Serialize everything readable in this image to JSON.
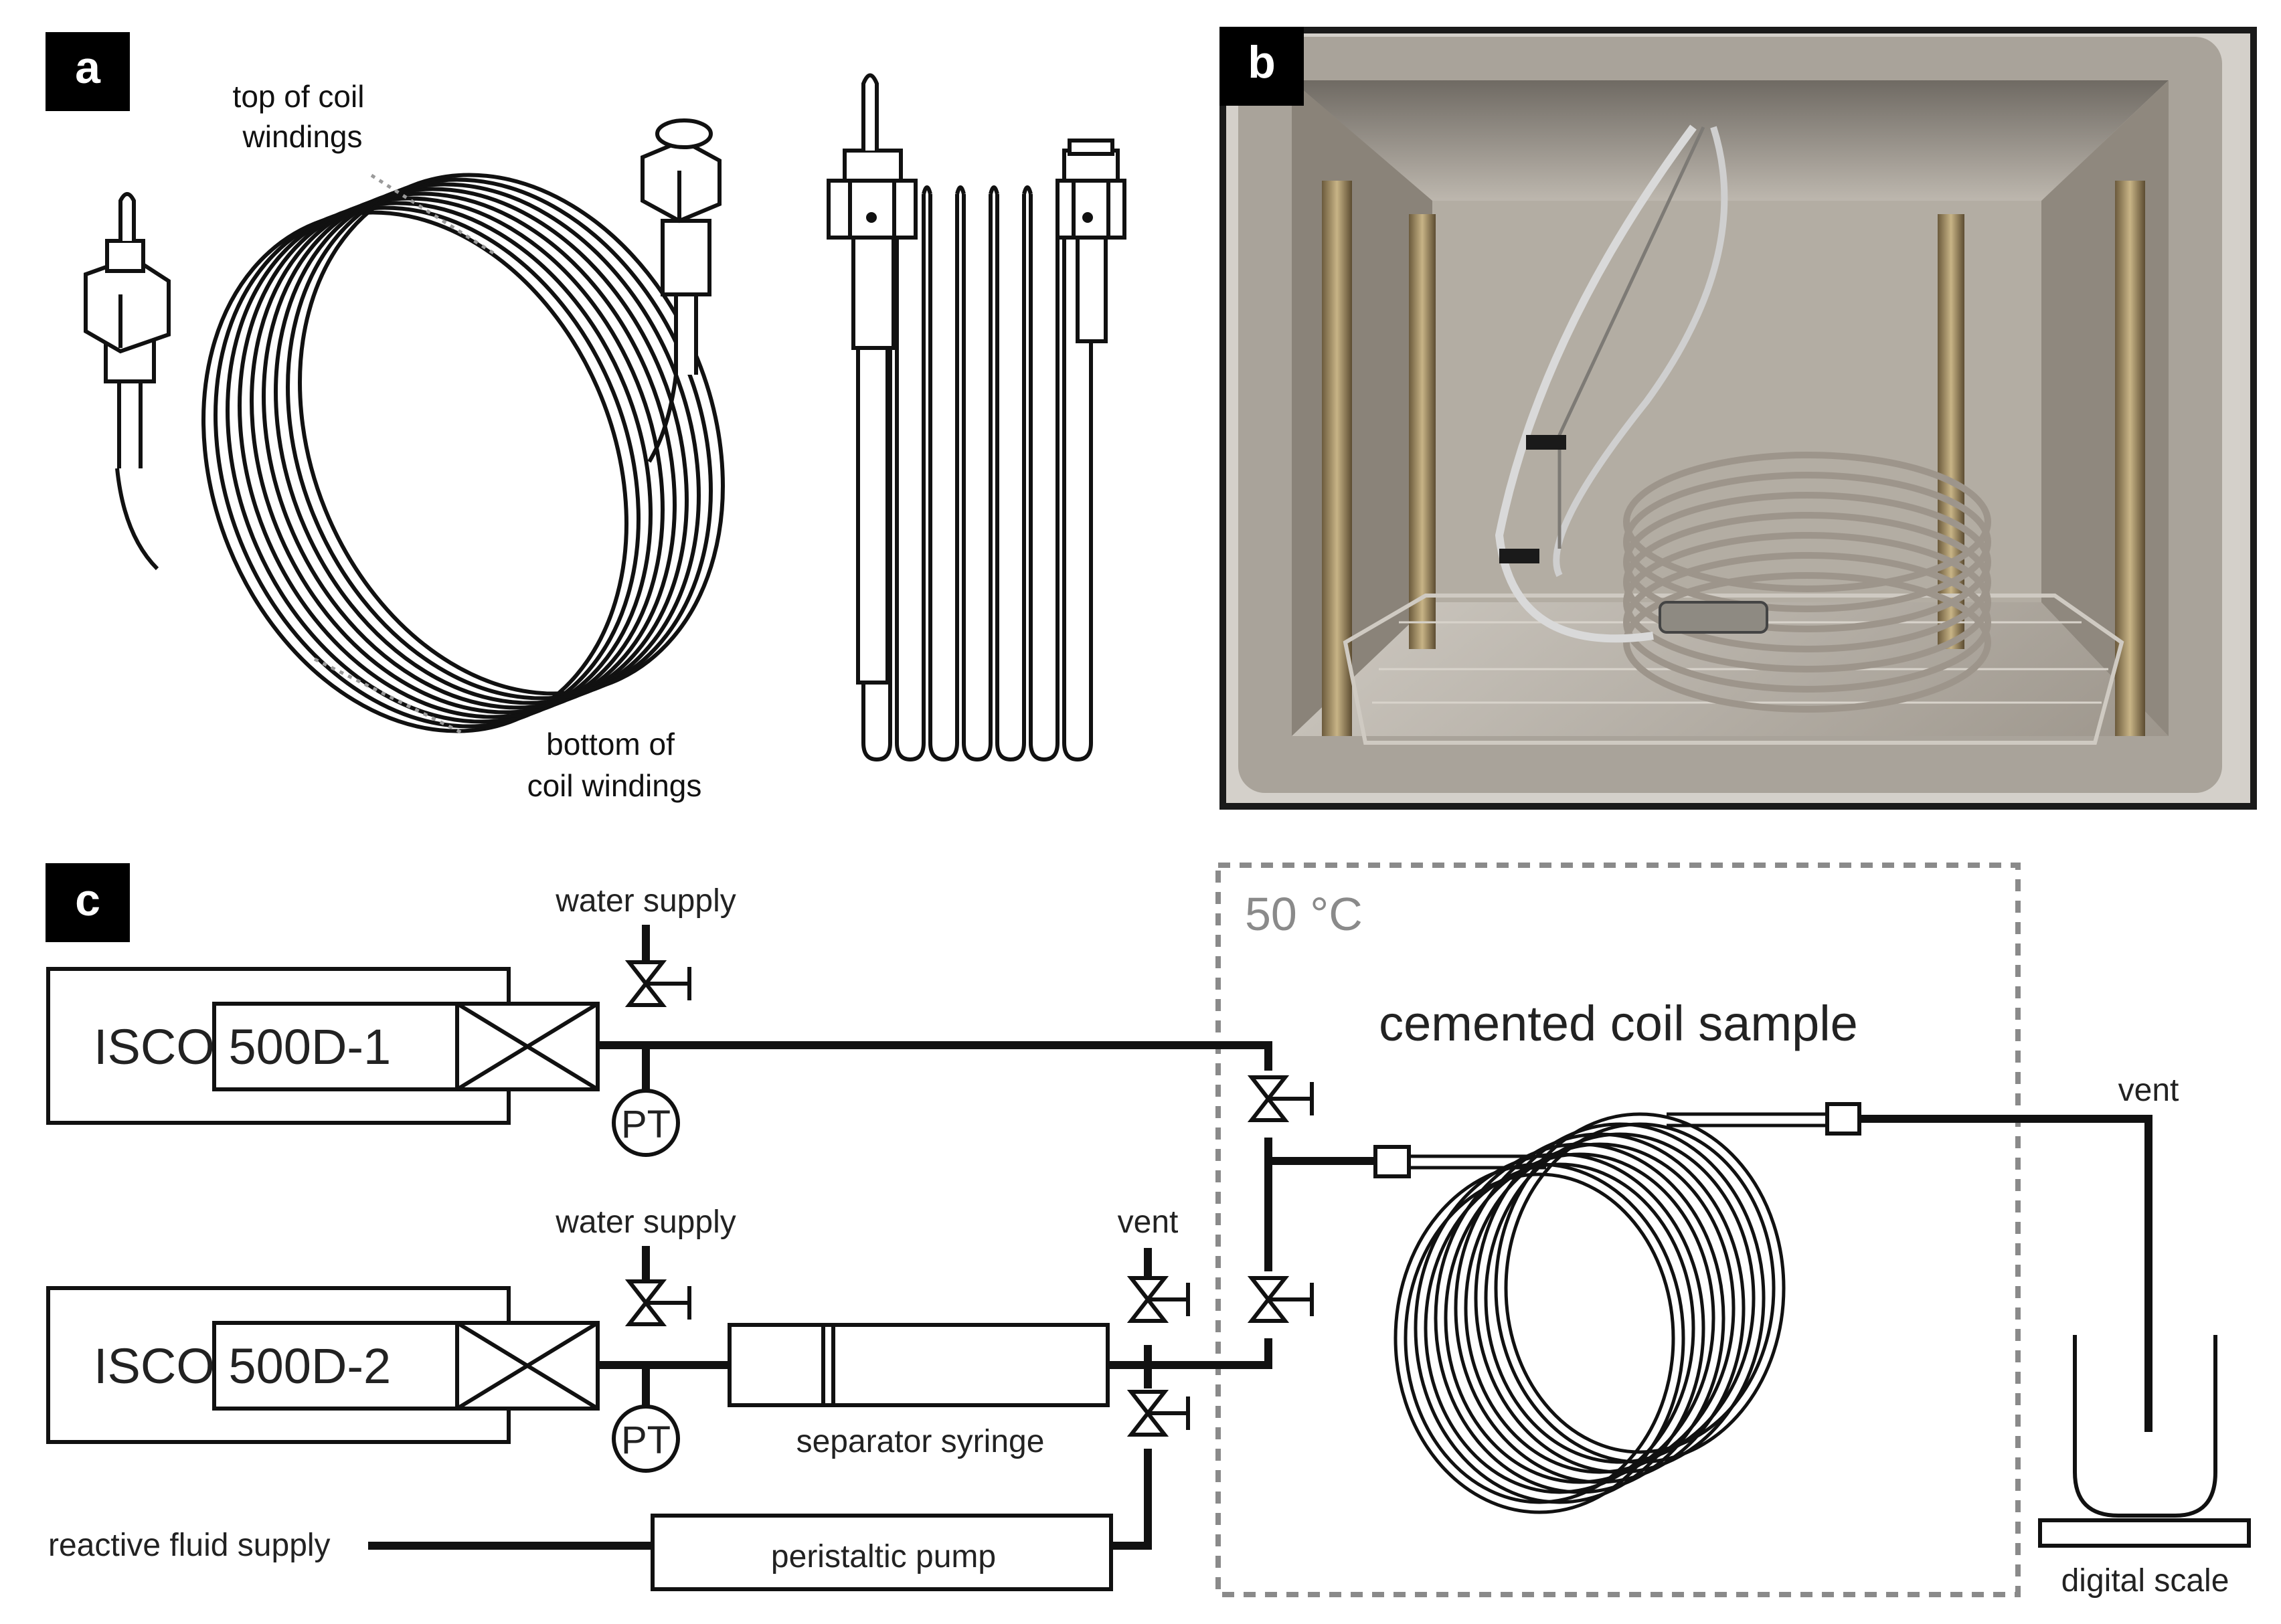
{
  "panel_a": {
    "tag": "a",
    "top_label_1": "top of coil",
    "top_label_2": "windings",
    "bottom_label_1": "bottom of",
    "bottom_label_2": "coil windings"
  },
  "panel_b": {
    "tag": "b"
  },
  "panel_c": {
    "tag": "c",
    "pump1_label": "ISCO 500D-1",
    "pump2_label": "ISCO 500D-2",
    "water_supply_1": "water supply",
    "water_supply_2": "water supply",
    "pt1": "PT",
    "pt2": "PT",
    "separator": "separator syringe",
    "vent_left": "vent",
    "vent_right": "vent",
    "reactive": "reactive fluid supply",
    "peristaltic": "peristaltic pump",
    "temperature": "50 °C",
    "coil_label": "cemented coil sample",
    "scale": "digital scale"
  },
  "colors": {
    "line": "#111111",
    "box_dashed": "#8a8a8a",
    "tag_bg": "#000000",
    "tag_text": "#ffffff",
    "oven_steel": "#b7b2ab"
  }
}
